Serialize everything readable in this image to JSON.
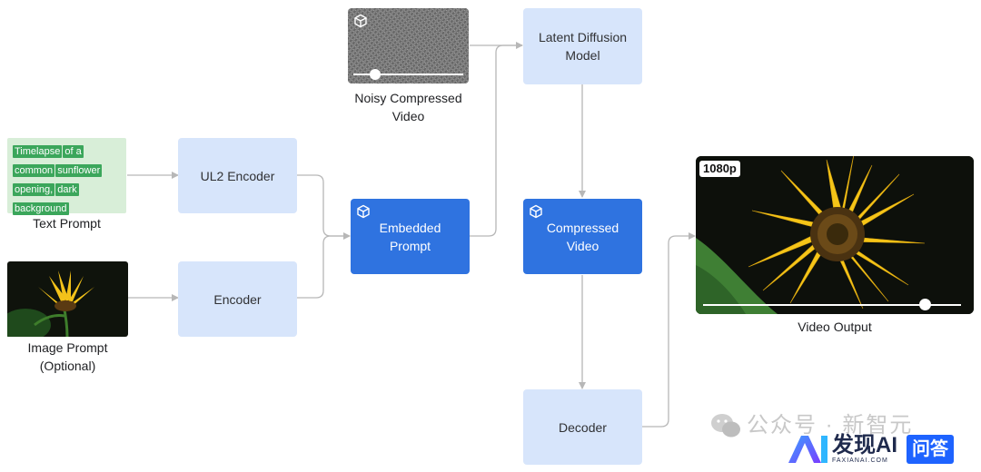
{
  "text_prompt": {
    "tokens": [
      "Timelapse",
      "of a",
      "common",
      "sunflower",
      "opening,",
      "dark",
      "background"
    ],
    "caption": "Text Prompt"
  },
  "image_prompt": {
    "caption_line1": "Image Prompt",
    "caption_line2": "(Optional)"
  },
  "nodes": {
    "ul2_encoder": "UL2 Encoder",
    "encoder": "Encoder",
    "embedded_prompt_line1": "Embedded",
    "embedded_prompt_line2": "Prompt",
    "latent_diffusion_line1": "Latent Diffusion",
    "latent_diffusion_line2": "Model",
    "compressed_video_line1": "Compressed",
    "compressed_video_line2": "Video",
    "decoder": "Decoder"
  },
  "noisy_video": {
    "caption_line1": "Noisy Compressed",
    "caption_line2": "Video",
    "progress": 0.2
  },
  "video_output": {
    "badge": "1080p",
    "caption": "Video Output",
    "progress": 0.86
  },
  "watermark": {
    "wechat_text": "公众号 · 新智元",
    "logo_text": "发现AI",
    "logo_sub": "FAXIANAI.COM",
    "qa_badge": "问答"
  },
  "colors": {
    "light_node": "#d7e5fb",
    "dark_node": "#2f73e0",
    "token_green": "#3ba65b",
    "connector": "#b7b7b7"
  }
}
